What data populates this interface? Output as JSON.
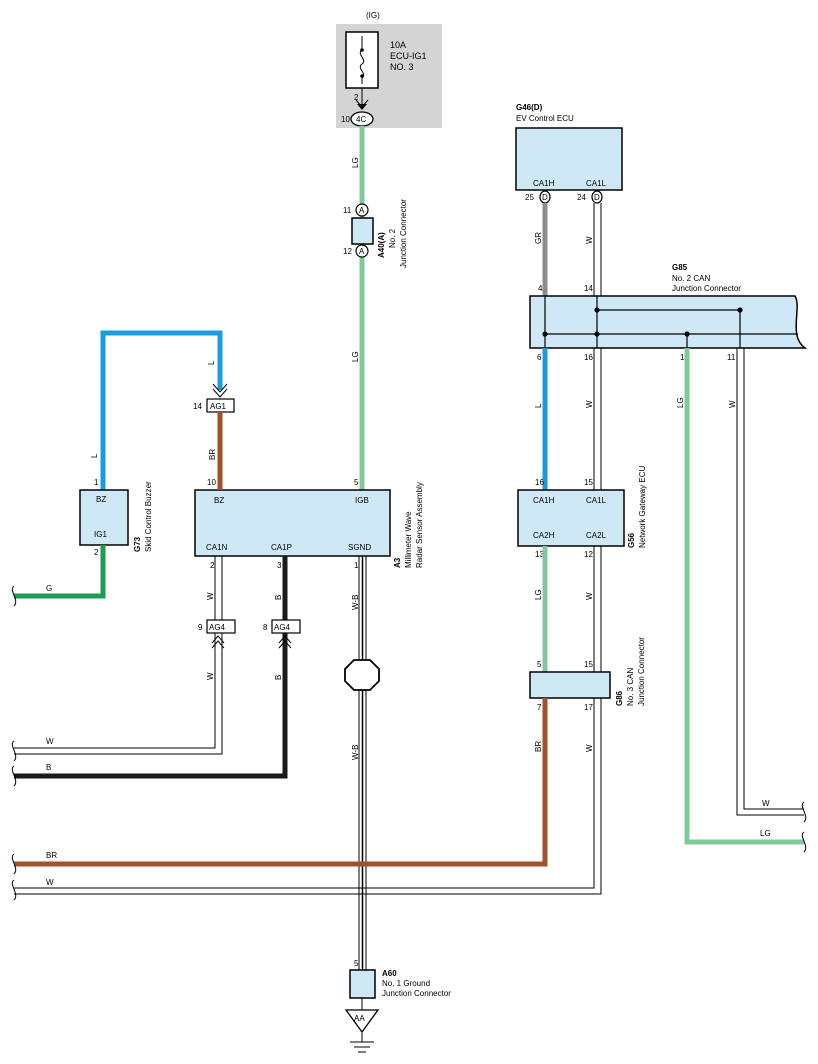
{
  "colors": {
    "L": "#1a9de0",
    "LG": "#80c99a",
    "G": "#1a9e50",
    "BR": "#a0522d",
    "B": "#1a1a1a",
    "GR": "#8c8c8c",
    "W": "#ffffff",
    "component_fill": "#cfe8f5",
    "fuse_box_fill": "#d4d4d4"
  },
  "fuse": {
    "source": "(IG)",
    "rating": "10A",
    "name": "ECU-IG1",
    "number": "NO. 3",
    "pin_top": "2",
    "pin_bottom": "10",
    "connector": "4C"
  },
  "a40": {
    "code": "A40(A)",
    "desc1": "No. 2",
    "desc2": "Junction Connector",
    "pin_a": "11",
    "pin_b": "12",
    "letter": "A"
  },
  "g46": {
    "code": "G46(D)",
    "name": "EV Control ECU",
    "ca1h": "CA1H",
    "ca1l": "CA1L",
    "pin_h": "25",
    "pin_l": "24",
    "letter": "D"
  },
  "g85": {
    "code": "G85",
    "desc1": "No. 2 CAN",
    "desc2": "Junction Connector",
    "pins": [
      "4",
      "14",
      "6",
      "16",
      "1",
      "11"
    ]
  },
  "g73": {
    "code": "G73",
    "name": "Skid Control Buzzer",
    "bz": "BZ",
    "ig1": "IG1",
    "pin_bz": "1",
    "pin_ig1": "2"
  },
  "a3": {
    "code": "A3",
    "desc1": "Millimeter Wave",
    "desc2": "Radar Sensor Assembly",
    "bz": "BZ",
    "igb": "IGB",
    "ca1n": "CA1N",
    "ca1p": "CA1P",
    "sgnd": "SGND",
    "pin_bz": "10",
    "pin_igb": "5",
    "pin_ca1n": "2",
    "pin_ca1p": "3",
    "pin_sgnd": "1"
  },
  "ag1": {
    "label": "AG1",
    "pin": "14"
  },
  "ag4": {
    "label": "AG4",
    "pin_w": "9",
    "pin_b": "8"
  },
  "g56": {
    "code": "G56",
    "name": "Network Gateway ECU",
    "ca1h": "CA1H",
    "ca1l": "CA1L",
    "ca2h": "CA2H",
    "ca2l": "CA2L",
    "pin_ca1h": "16",
    "pin_ca1l": "15",
    "pin_ca2h": "13",
    "pin_ca2l": "12"
  },
  "g86": {
    "code": "G86",
    "desc1": "No. 3 CAN",
    "desc2": "Junction Connector",
    "pin_5": "5",
    "pin_15": "15",
    "pin_7": "7",
    "pin_17": "17"
  },
  "a60": {
    "code": "A60",
    "desc1": "No. 1 Ground",
    "desc2": "Junction Connector",
    "pin": "5",
    "ground": "AA"
  },
  "wires": {
    "lg": "LG",
    "l": "L",
    "br": "BR",
    "g": "G",
    "w": "W",
    "b": "B",
    "gr": "GR",
    "wb": "W-B"
  }
}
